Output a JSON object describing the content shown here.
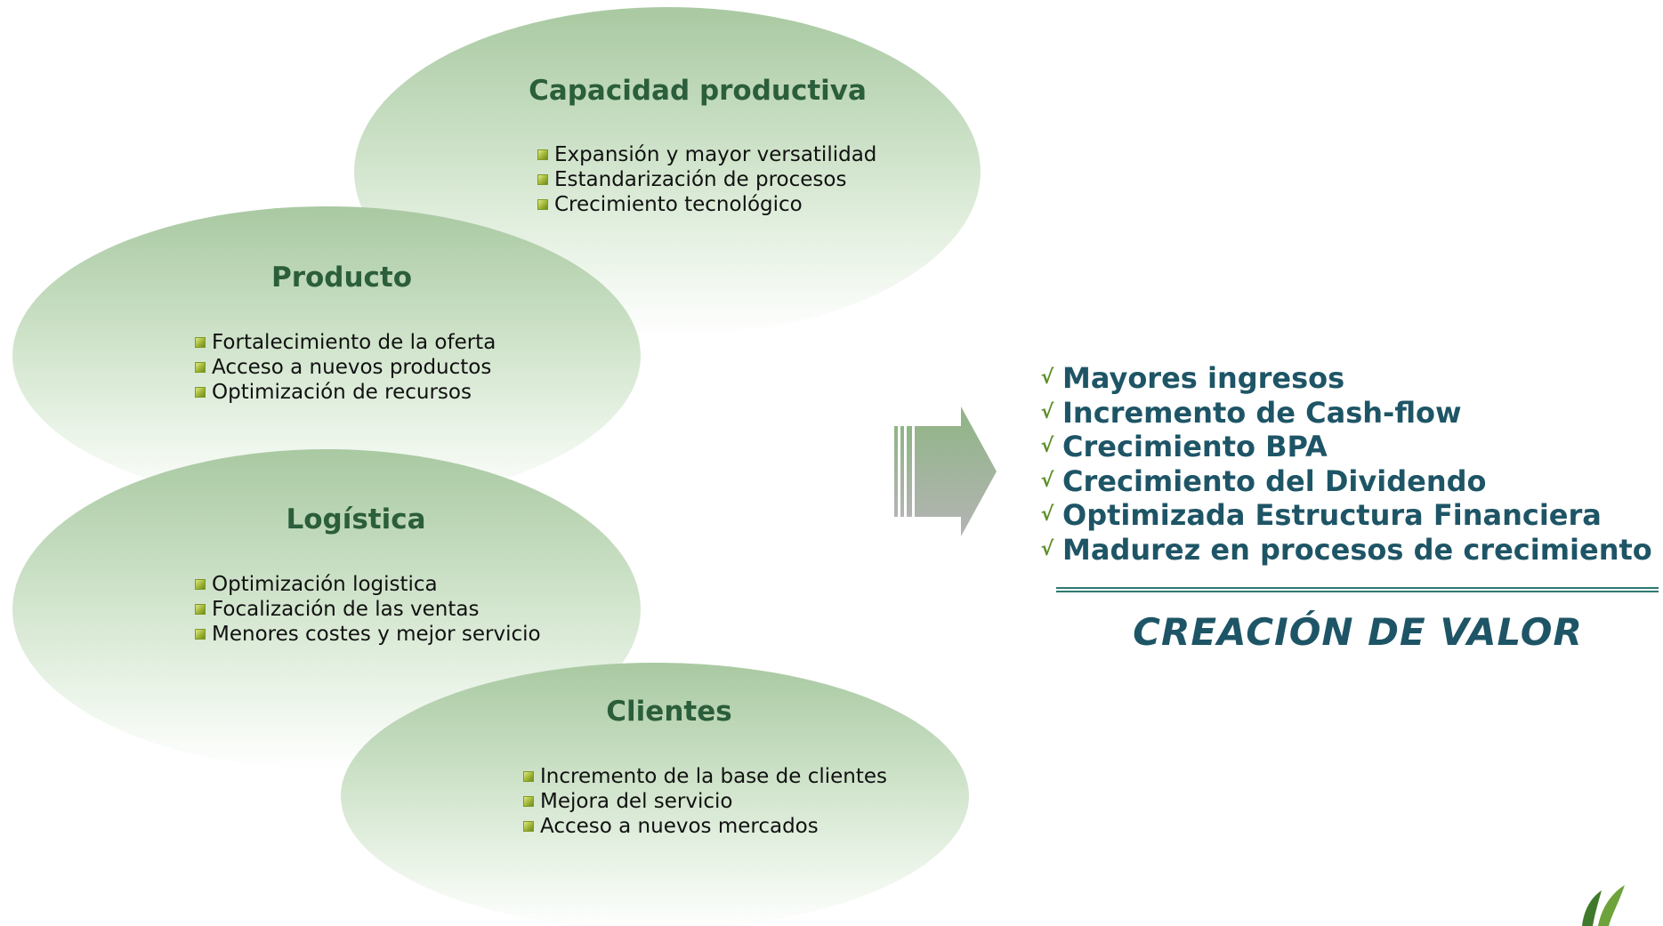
{
  "groups": [
    {
      "title": "Capacidad productiva",
      "items": [
        "Expansión y mayor versatilidad",
        "Estandarización de procesos",
        "Crecimiento tecnológico"
      ]
    },
    {
      "title": "Producto",
      "items": [
        "Fortalecimiento de la oferta",
        "Acceso a nuevos productos",
        "Optimización de recursos"
      ]
    },
    {
      "title": "Logística",
      "items": [
        "Optimización logistica",
        "Focalización de las ventas",
        "Menores costes y mejor servicio"
      ]
    },
    {
      "title": "Clientes",
      "items": [
        "Incremento de la base de clientes",
        "Mejora del servicio",
        "Acceso a nuevos mercados"
      ]
    }
  ],
  "results": {
    "check_glyph": "√",
    "items": [
      "Mayores ingresos",
      "Incremento de Cash-flow",
      "Crecimiento BPA",
      "Crecimiento del Dividendo",
      "Optimizada Estructura Financiera",
      "Madurez en procesos de crecimiento"
    ]
  },
  "conclusion": "CREACIÓN DE VALOR",
  "colors": {
    "title_green": "#2b5e3a",
    "result_teal": "#1e5566",
    "ellipse_top": "#a9c9a2",
    "bullet_olive": "#9fb534",
    "arrow_top": "#8fb585",
    "arrow_bottom": "#b4b4b4",
    "divider": "#2e7a72"
  },
  "icons": {
    "bullet": "square-bullet-icon",
    "check": "check-icon",
    "arrow": "right-arrow-icon",
    "logo": "leaf-logo-icon"
  }
}
